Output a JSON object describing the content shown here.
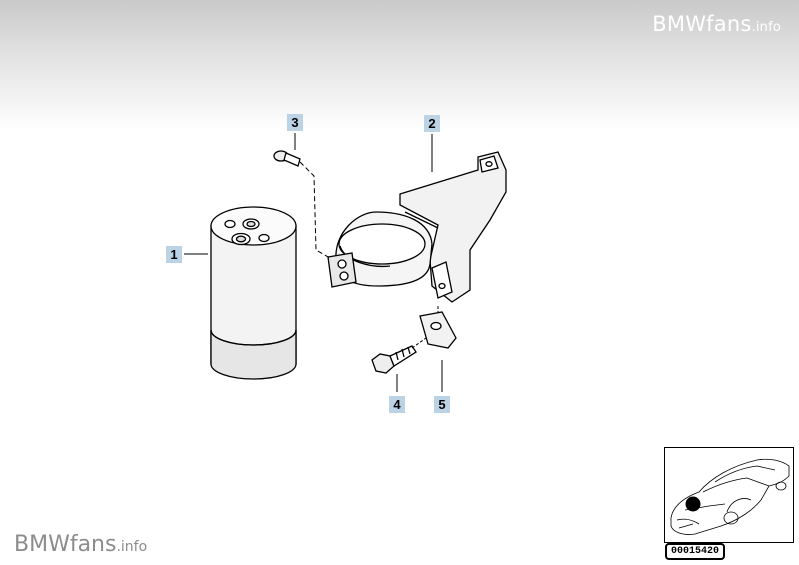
{
  "watermark": {
    "top": {
      "main": "BMWfans",
      "suffix": ".info"
    },
    "bottom": {
      "main": "BMWfans",
      "suffix": ".info"
    }
  },
  "callouts": [
    {
      "number": "1",
      "part": "dryer-cylinder"
    },
    {
      "number": "2",
      "part": "mounting-bracket"
    },
    {
      "number": "3",
      "part": "small-bolt"
    },
    {
      "number": "4",
      "part": "hex-screw"
    },
    {
      "number": "5",
      "part": "clip-nut"
    }
  ],
  "reference_code": "00015420",
  "colors": {
    "callout_bg": "#bcd3e6",
    "header_gray": "#c9c9c9",
    "watermark_gray": "#8c8c8c"
  }
}
